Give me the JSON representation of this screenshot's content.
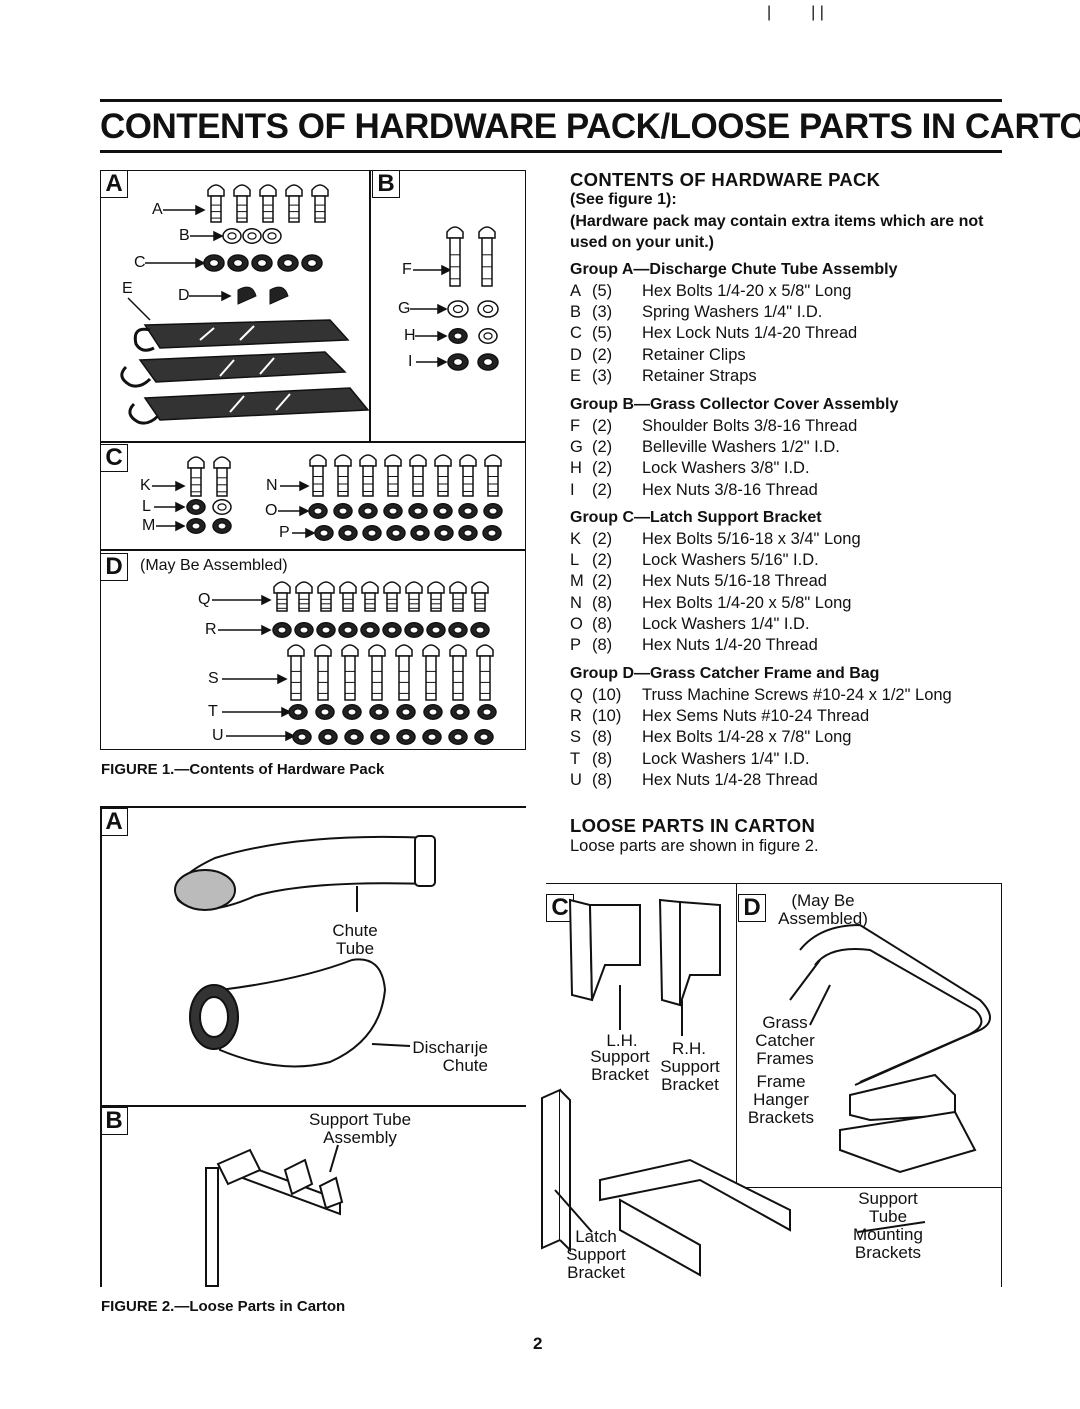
{
  "page": {
    "title": "CONTENTS OF HARDWARE PACK/LOOSE PARTS IN CARTON",
    "page_number": "2"
  },
  "hardware_pack": {
    "heading": "CONTENTS OF HARDWARE PACK",
    "see_figure": "(See figure 1):",
    "note": "(Hardware pack may contain extra items which are not used on your unit.)",
    "groups": [
      {
        "title": "Group A—Discharge Chute Tube Assembly",
        "items": [
          {
            "letter": "A",
            "qty": "(5)",
            "desc": "Hex Bolts 1/4-20 x 5/8\" Long"
          },
          {
            "letter": "B",
            "qty": "(3)",
            "desc": "Spring Washers 1/4\" I.D."
          },
          {
            "letter": "C",
            "qty": "(5)",
            "desc": "Hex Lock Nuts 1/4-20 Thread"
          },
          {
            "letter": "D",
            "qty": "(2)",
            "desc": "Retainer Clips"
          },
          {
            "letter": "E",
            "qty": "(3)",
            "desc": "Retainer Straps"
          }
        ]
      },
      {
        "title": "Group B—Grass Collector Cover Assembly",
        "items": [
          {
            "letter": "F",
            "qty": "(2)",
            "desc": "Shoulder Bolts 3/8-16 Thread"
          },
          {
            "letter": "G",
            "qty": "(2)",
            "desc": "Belleville Washers 1/2\" I.D."
          },
          {
            "letter": "H",
            "qty": "(2)",
            "desc": "Lock Washers 3/8\" I.D."
          },
          {
            "letter": "I",
            "qty": "(2)",
            "desc": "Hex Nuts 3/8-16 Thread"
          }
        ]
      },
      {
        "title": "Group C—Latch Support Bracket",
        "items": [
          {
            "letter": "K",
            "qty": "(2)",
            "desc": "Hex Bolts 5/16-18 x 3/4\" Long"
          },
          {
            "letter": "L",
            "qty": "(2)",
            "desc": "Lock Washers 5/16\" I.D."
          },
          {
            "letter": "M",
            "qty": "(2)",
            "desc": "Hex Nuts 5/16-18 Thread"
          },
          {
            "letter": "N",
            "qty": "(8)",
            "desc": "Hex Bolts 1/4-20 x 5/8\" Long"
          },
          {
            "letter": "O",
            "qty": "(8)",
            "desc": "Lock Washers 1/4\" I.D."
          },
          {
            "letter": "P",
            "qty": "(8)",
            "desc": "Hex Nuts 1/4-20 Thread"
          }
        ]
      },
      {
        "title": "Group D—Grass Catcher Frame and Bag",
        "items": [
          {
            "letter": "Q",
            "qty": "(10)",
            "desc": "Truss Machine Screws #10-24 x 1/2\" Long"
          },
          {
            "letter": "R",
            "qty": "(10)",
            "desc": "Hex Sems Nuts #10-24 Thread"
          },
          {
            "letter": "S",
            "qty": "(8)",
            "desc": "Hex Bolts 1/4-28 x 7/8\" Long"
          },
          {
            "letter": "T",
            "qty": "(8)",
            "desc": "Lock Washers 1/4\" I.D."
          },
          {
            "letter": "U",
            "qty": "(8)",
            "desc": "Hex Nuts 1/4-28 Thread"
          }
        ]
      }
    ]
  },
  "loose_parts": {
    "heading": "LOOSE PARTS IN CARTON",
    "text": "Loose parts are shown in figure 2."
  },
  "figure1": {
    "caption": "FIGURE 1.—Contents of Hardware Pack",
    "panel_letters": [
      "A",
      "B",
      "C",
      "D"
    ],
    "d_note": "(May Be Assembled)",
    "item_letters": [
      "A",
      "B",
      "C",
      "D",
      "E",
      "F",
      "G",
      "H",
      "I",
      "K",
      "L",
      "M",
      "N",
      "O",
      "P",
      "Q",
      "R",
      "S",
      "T",
      "U"
    ]
  },
  "figure2": {
    "caption": "FIGURE 2.—Loose Parts in Carton",
    "panel_letters": [
      "A",
      "B",
      "C",
      "D"
    ],
    "chute_tube": "Chute Tube",
    "discharge_chute": "Discharıje Chute",
    "support_tube_assembly": "Support Tube Assembly",
    "lh_label": "L.H.",
    "lh_support_bracket": "Support Bracket",
    "rh_label": "R.H.",
    "rh_support_bracket": "Support Bracket",
    "latch_support_bracket": "Latch Support Bracket",
    "d_note": "(May Be Assembled)",
    "grass_catcher_frames": "Grass Catcher Frames",
    "frame_hanger_brackets": "Frame Hanger Brackets",
    "support_tube_mounting_brackets": "Support Tube Mounting Brackets"
  }
}
